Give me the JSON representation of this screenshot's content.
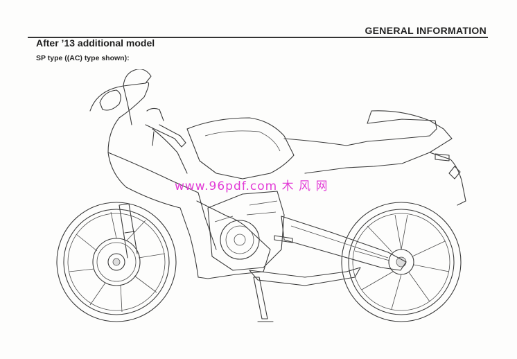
{
  "header": {
    "section_label": "GENERAL INFORMATION"
  },
  "content": {
    "title": "After ’13 additional model",
    "subtitle": "SP type ((AC) type shown):"
  },
  "watermark": {
    "text": "www.96pdf.com  木 风 网",
    "color": "#e23bd6"
  },
  "illustration": {
    "subject": "motorcycle-line-drawing"
  }
}
